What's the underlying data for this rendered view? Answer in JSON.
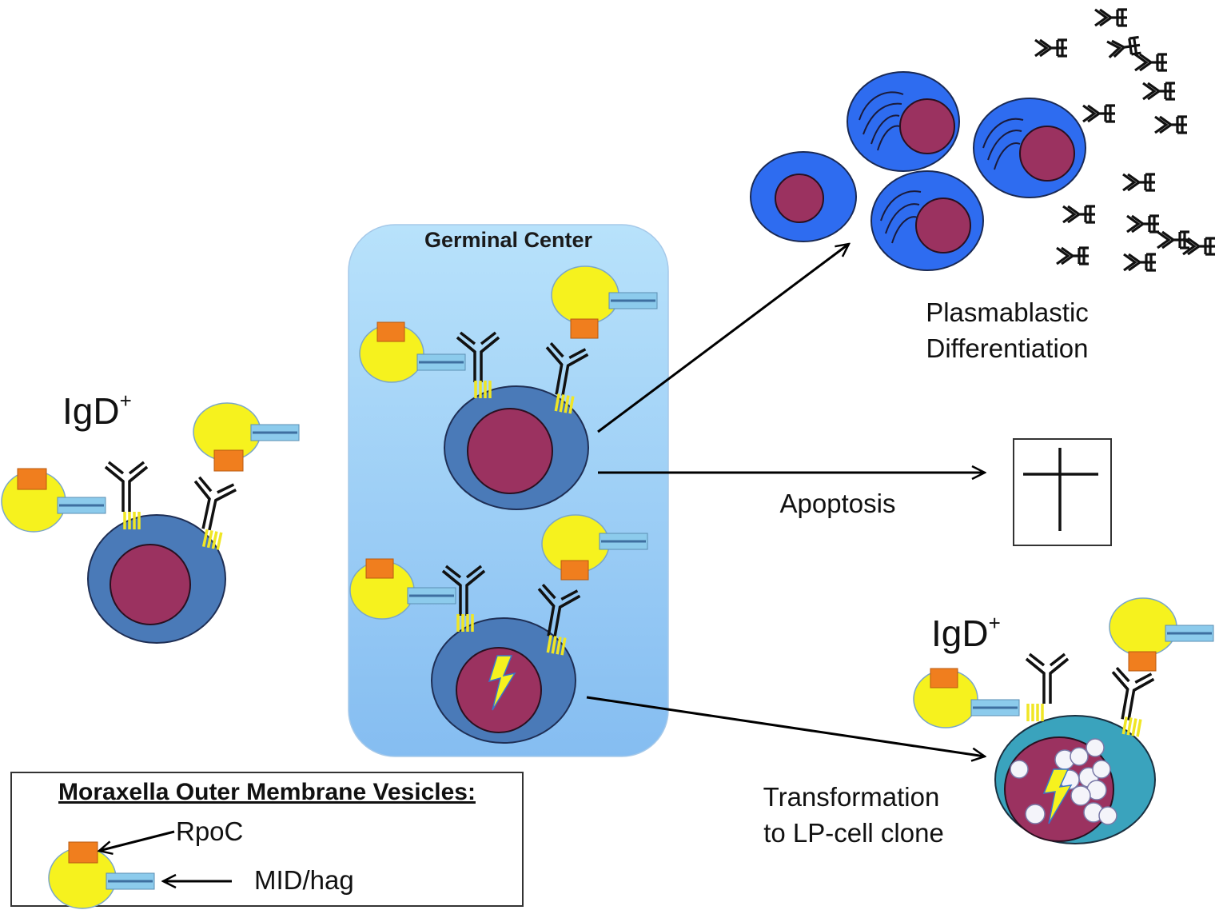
{
  "labels": {
    "igd_left": "IgD",
    "igd_left_sup": "+",
    "germinal_center": "Germinal Center",
    "plasmablastic_line1": "Plasmablastic",
    "plasmablastic_line2": "Differentiation",
    "apoptosis": "Apoptosis",
    "igd_right": "IgD",
    "igd_right_sup": "+",
    "transformation_line1": "Transformation",
    "transformation_line2": "to LP-cell clone"
  },
  "legend": {
    "title": "Moraxella Outer Membrane Vesicles:",
    "rpoc": "RpoC",
    "mid_hag": "MID/hag"
  },
  "colors": {
    "nucleus": "#9b3260",
    "cell_body": "#4a7ab8",
    "plasma_cell": "#2e6cf0",
    "lp_cell": "#3aa3bd",
    "vesicle": "#f6f21e",
    "rpoc_protein": "#f07e1e",
    "mid_hag_protein": "#8ccbec",
    "transmembrane": "#f0e625",
    "germinal_center_top": "#b8e2fb",
    "germinal_center_bottom": "#85bdf1",
    "lightning": "#f6f21e"
  },
  "icons": {
    "apoptosis_symbol": "cross-icon",
    "mutation_symbol": "lightning-bolt-icon"
  }
}
